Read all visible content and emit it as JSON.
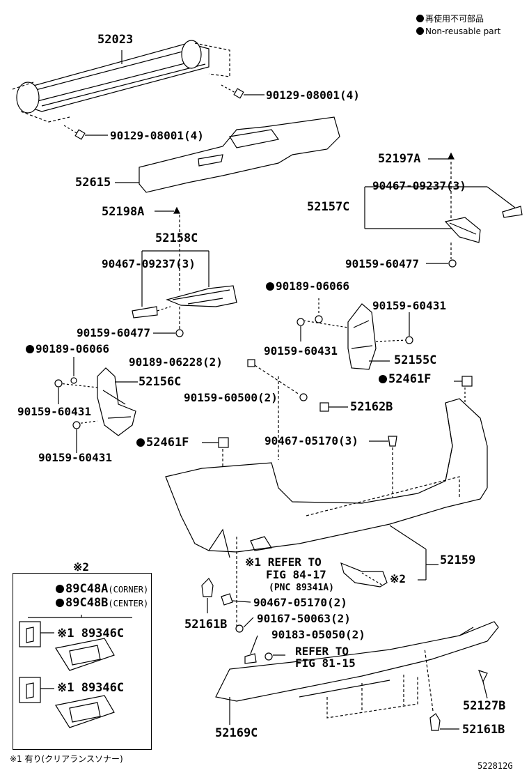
{
  "legend": {
    "reusable_ja": "再使用不可部品",
    "reusable_en": "Non-reusable part"
  },
  "parts": {
    "p52023": "52023",
    "bolt_upper": "90129-08001(4)",
    "bolt_lower": "90129-08001(4)",
    "p52615": "52615",
    "p52197A": "52197A",
    "p90467_09237_r": "90467-09237(3)",
    "p52157C": "52157C",
    "p90159_60477_r": "90159-60477",
    "p52198A": "52198A",
    "p52158C": "52158C",
    "p90467_09237_l": "90467-09237(3)",
    "p90159_60477_l": "90159-60477",
    "p90189_06066_r": "90189-06066",
    "p90159_60431_r1": "90159-60431",
    "p90159_60431_r2": "90159-60431",
    "p52155C": "52155C",
    "p90189_06066_l": "90189-06066",
    "p90189_06228": "90189-06228(2)",
    "p52156C": "52156C",
    "p52461F_r": "52461F",
    "p90159_60500": "90159-60500(2)",
    "p52162B": "52162B",
    "p90159_60431_l1": "90159-60431",
    "p90159_60431_l2": "90159-60431",
    "p52461F_l": "52461F",
    "p90467_05170_3": "90467-05170(3)",
    "p52159": "52159",
    "refer1_mark": "※1",
    "refer1_a": "REFER TO",
    "refer1_b": "FIG 84-17",
    "refer1_pnc": "(PNC 89341A)",
    "mark2_right": "※2",
    "p52161B_l": "52161B",
    "p90467_05170_2": "90467-05170(2)",
    "p90167_50063": "90167-50063(2)",
    "p90183_05050": "90183-05050(2)",
    "refer2_a": "REFER TO",
    "refer2_b": "FIG 81-15",
    "p52127B": "52127B",
    "p52161B_r": "52161B",
    "p52169C": "52169C"
  },
  "inset": {
    "mark": "※2",
    "p89C48A": "89C48A",
    "p89C48A_note": "(CORNER)",
    "p89C48B": "89C48B",
    "p89C48B_note": "(CENTER)",
    "p89346C_1": "※1 89346C",
    "p89346C_2": "※1 89346C"
  },
  "footnote": "※1 有り(クリアランスソナー)",
  "figure_code": "522812G"
}
